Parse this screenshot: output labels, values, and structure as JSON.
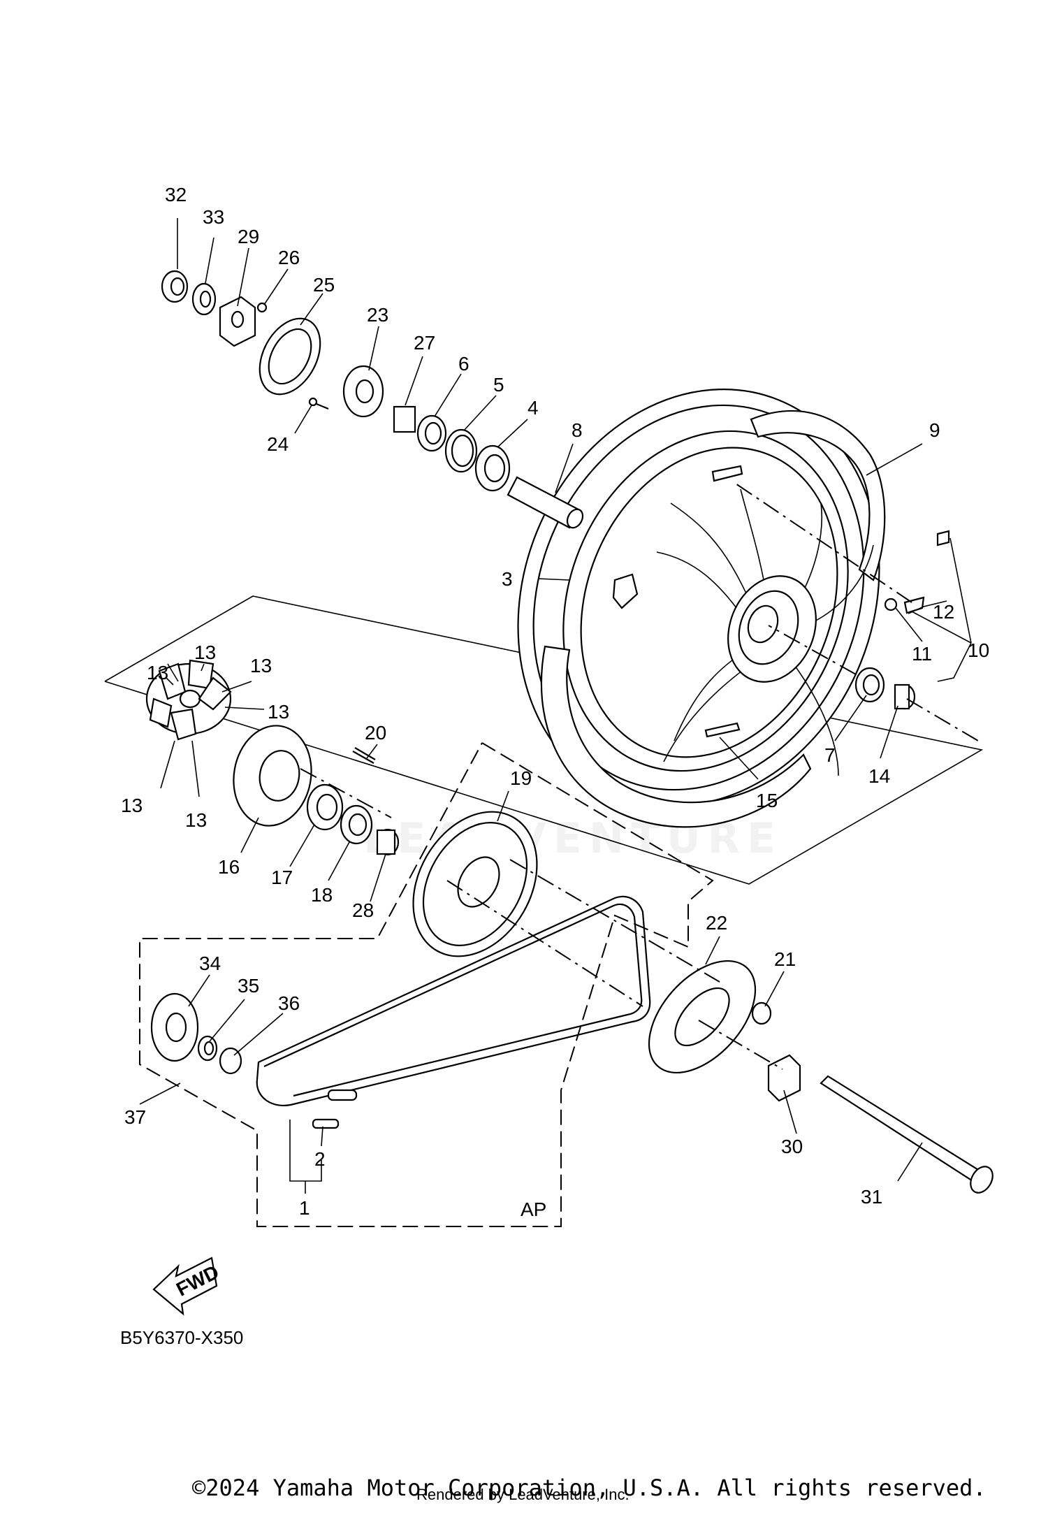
{
  "diagram": {
    "code": "B5Y6370-X350",
    "fwd_label": "FWD",
    "ap_label": "AP",
    "watermark": "LEADVENTURE",
    "callouts": [
      {
        "id": "c1",
        "text": "1"
      },
      {
        "id": "c2",
        "text": "2"
      },
      {
        "id": "c3",
        "text": "3"
      },
      {
        "id": "c4",
        "text": "4"
      },
      {
        "id": "c5",
        "text": "5"
      },
      {
        "id": "c6",
        "text": "6"
      },
      {
        "id": "c7",
        "text": "7"
      },
      {
        "id": "c8",
        "text": "8"
      },
      {
        "id": "c9",
        "text": "9"
      },
      {
        "id": "c10",
        "text": "10"
      },
      {
        "id": "c11",
        "text": "11"
      },
      {
        "id": "c12",
        "text": "12"
      },
      {
        "id": "c13a",
        "text": "13"
      },
      {
        "id": "c13b",
        "text": "13"
      },
      {
        "id": "c13c",
        "text": "13"
      },
      {
        "id": "c13d",
        "text": "13"
      },
      {
        "id": "c13e",
        "text": "13"
      },
      {
        "id": "c13f",
        "text": "13"
      },
      {
        "id": "c14",
        "text": "14"
      },
      {
        "id": "c15",
        "text": "15"
      },
      {
        "id": "c16",
        "text": "16"
      },
      {
        "id": "c17",
        "text": "17"
      },
      {
        "id": "c18",
        "text": "18"
      },
      {
        "id": "c19",
        "text": "19"
      },
      {
        "id": "c20",
        "text": "20"
      },
      {
        "id": "c21",
        "text": "21"
      },
      {
        "id": "c22",
        "text": "22"
      },
      {
        "id": "c23",
        "text": "23"
      },
      {
        "id": "c24",
        "text": "24"
      },
      {
        "id": "c25",
        "text": "25"
      },
      {
        "id": "c26",
        "text": "26"
      },
      {
        "id": "c27",
        "text": "27"
      },
      {
        "id": "c28",
        "text": "28"
      },
      {
        "id": "c29",
        "text": "29"
      },
      {
        "id": "c30",
        "text": "30"
      },
      {
        "id": "c31",
        "text": "31"
      },
      {
        "id": "c32",
        "text": "32"
      },
      {
        "id": "c33",
        "text": "33"
      },
      {
        "id": "c34",
        "text": "34"
      },
      {
        "id": "c35",
        "text": "35"
      },
      {
        "id": "c36",
        "text": "36"
      },
      {
        "id": "c37",
        "text": "37"
      }
    ]
  },
  "footer": {
    "copyright": "©2024 Yamaha Motor Corporation, U.S.A. All rights reserved.",
    "rendered_by": "Rendered by LeadVenture, Inc."
  }
}
